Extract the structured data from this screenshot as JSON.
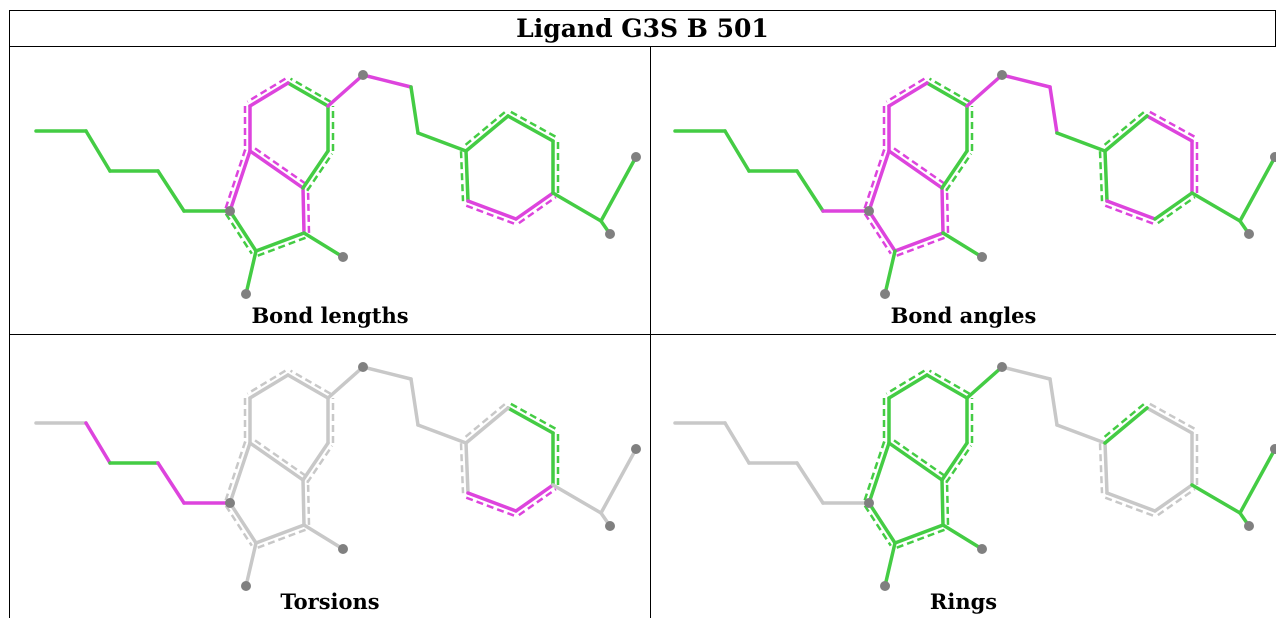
{
  "title": "Ligand G3S B 501",
  "colors": {
    "green": "#44cc44",
    "magenta": "#dd44dd",
    "grey": "#c8c8c8",
    "atom": "#808080"
  },
  "panels": [
    {
      "caption": "Bond lengths",
      "bond_colors": [
        "green",
        "green",
        "green",
        "green",
        "green",
        "green",
        "green",
        "magenta",
        "magenta",
        "magenta",
        "green",
        "green",
        "green",
        "magenta",
        "magenta",
        "magenta",
        "magenta",
        "green",
        "green",
        "green",
        "magenta",
        "magenta",
        "green",
        "green",
        "green",
        "green",
        "green",
        "green",
        "green",
        "green",
        "green",
        "green",
        "green"
      ]
    },
    {
      "caption": "Bond angles",
      "bond_colors": [
        "green",
        "green",
        "green",
        "green",
        "magenta",
        "magenta",
        "magenta",
        "magenta",
        "magenta",
        "magenta",
        "green",
        "green",
        "green",
        "magenta",
        "magenta",
        "magenta",
        "magenta",
        "magenta",
        "green",
        "green",
        "magenta",
        "green",
        "magenta",
        "magenta",
        "green",
        "green",
        "green",
        "green",
        "green",
        "green",
        "green",
        "green",
        "green"
      ]
    },
    {
      "caption": "Torsions",
      "bond_colors": [
        "grey",
        "magenta",
        "green",
        "magenta",
        "magenta",
        "grey",
        "grey",
        "grey",
        "grey",
        "grey",
        "grey",
        "grey",
        "grey",
        "grey",
        "grey",
        "grey",
        "grey",
        "grey",
        "grey",
        "grey",
        "magenta",
        "magenta",
        "green",
        "green",
        "grey",
        "grey",
        "grey",
        "grey",
        "grey",
        "grey",
        "green",
        "grey",
        "grey"
      ]
    },
    {
      "caption": "Rings",
      "bond_colors": [
        "grey",
        "grey",
        "grey",
        "grey",
        "grey",
        "green",
        "green",
        "green",
        "green",
        "green",
        "green",
        "green",
        "green",
        "green",
        "green",
        "green",
        "grey",
        "grey",
        "grey",
        "grey",
        "grey",
        "grey",
        "grey",
        "grey",
        "green",
        "green",
        "green",
        "green",
        "green",
        "green",
        "grey",
        "grey",
        "grey"
      ]
    }
  ]
}
